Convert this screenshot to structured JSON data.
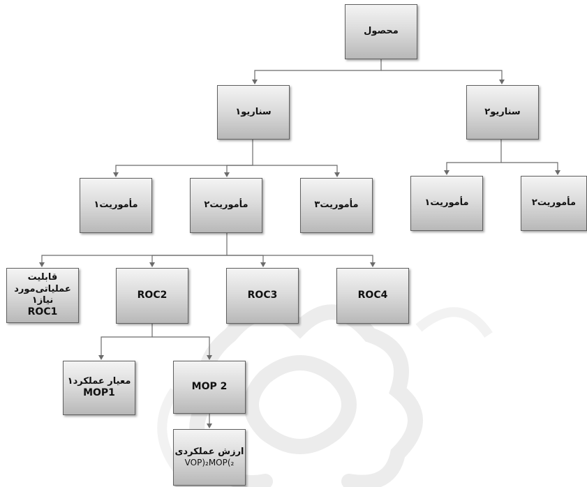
{
  "nodes": {
    "product": "محصول",
    "scenario1": "سناریو۱",
    "scenario2": "سناریو۲",
    "s1_mission1": "مأموریت۱",
    "s1_mission2": "مأموریت۲",
    "s1_mission3": "مأموریت۳",
    "s2_mission1": "مأموریت۱",
    "s2_mission2": "مأموریت۲",
    "roc1_line1": "قابلیت عملیاتی‌مورد",
    "roc1_line2": "نیاز۱",
    "roc1_line3": "ROC1",
    "roc2": "ROC2",
    "roc3": "ROC3",
    "roc4": "ROC4",
    "mop1_line1": "معیار عملکرد۱",
    "mop1_line2": "MOP1",
    "mop2": "MOP 2",
    "vop_line1": "ارزش عملکردی",
    "vop_line2": "VOP)₂MOP(₂"
  },
  "colors": {
    "box_border": "#5f5f5f",
    "connector": "#6b6b6b",
    "watermark": "#ededed"
  }
}
